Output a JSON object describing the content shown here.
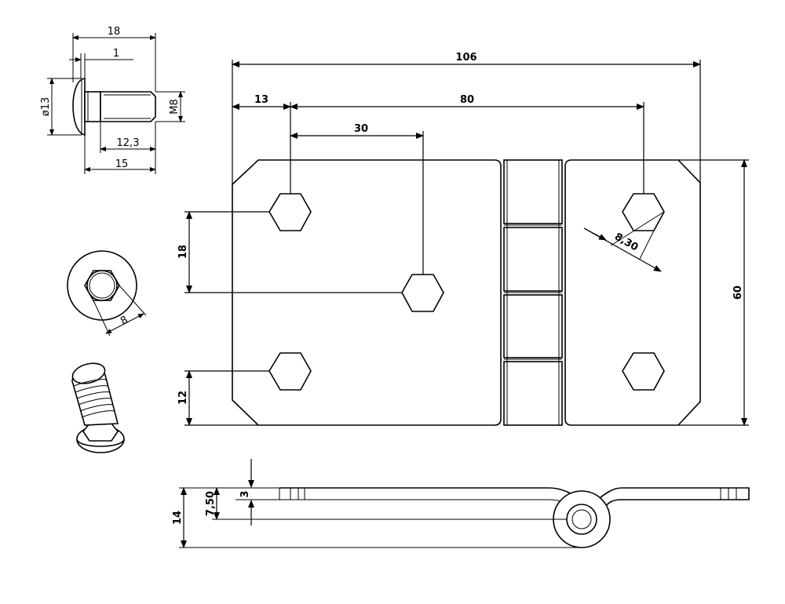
{
  "drawing": {
    "bolt_side": {
      "overall_length": "18",
      "head_thickness": "1",
      "head_diameter": "ø13",
      "thread": "M8",
      "shank_length": "12,3",
      "bolt_length": "15"
    },
    "bolt_end": {
      "across_flats": "8"
    },
    "hinge_top": {
      "overall_width": "106",
      "edge_to_hole": "13",
      "hole_pitch": "80",
      "hole_offset": "30",
      "hole_vertical_pitch": "18",
      "hole_bottom_offset": "12",
      "hex_size": "8,30",
      "overall_height": "60"
    },
    "hinge_side": {
      "plate_thickness": "3",
      "axis_offset": "7,50",
      "knuckle_diameter": "14"
    }
  }
}
